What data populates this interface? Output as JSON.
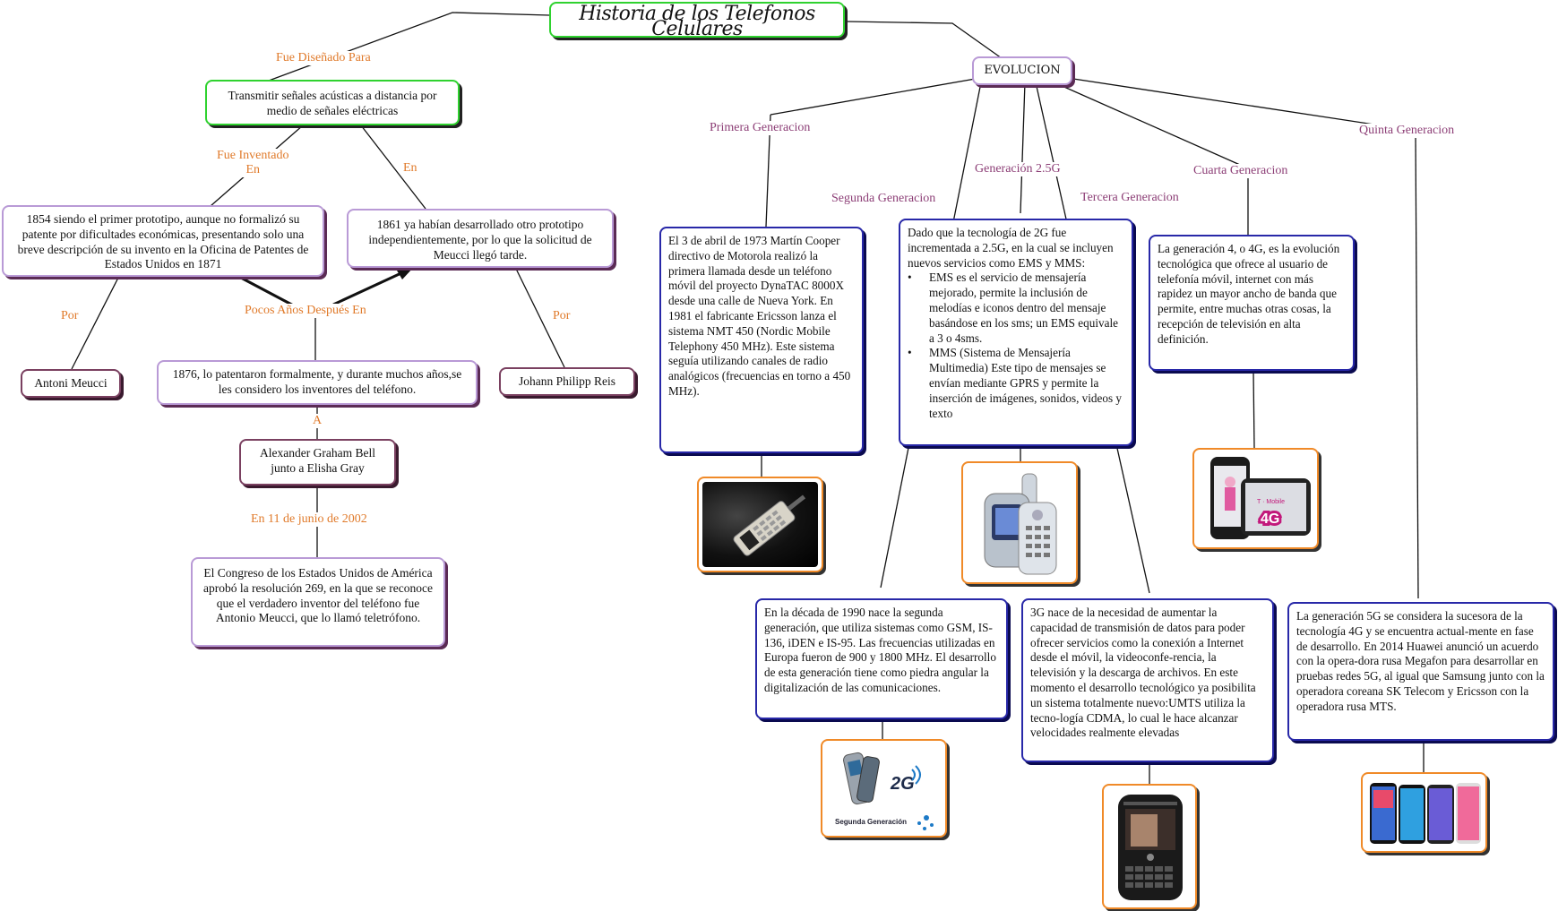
{
  "title": "Historia de los Telefonos Celulares",
  "labels": {
    "fue_disenado": "Fue Diseñado Para",
    "fue_inventado_1": "Fue Inventado",
    "fue_inventado_2": "En",
    "en": "En",
    "por_left": "Por",
    "por_right": "Por",
    "pocos_anos": "Pocos Años Después En",
    "a": "A",
    "junio": "En 11 de junio de 2002",
    "primera": "Primera Generacion",
    "segunda": "Segunda Generacion",
    "g25": "Generación 2.5G",
    "tercera": "Tercera Generacion",
    "cuarta": "Cuarta Generacion",
    "quinta": "Quinta Generacion"
  },
  "nodes": {
    "transmitir": "Transmitir señales acústicas a distancia por medio de señales eléctricas",
    "n1854": "1854 siendo el primer prototipo, aunque no formalizó su patente por dificultades económicas, presentando solo una breve descripción de su invento en la Oficina de Patentes de Estados Unidos en 1871",
    "n1861": "1861 ya habían desarrollado otro prototipo independientemente, por lo que la solicitud de Meucci llegó tarde.",
    "meucci": "Antoni Meucci",
    "reis": "Johann Philipp Reis",
    "n1876": "1876, lo patentaron formalmente, y durante muchos años,se les considero los inventores del teléfono.",
    "bell": "Alexander Graham Bell junto a Elisha Gray",
    "congreso": "El Congreso de los Estados Unidos de América aprobó la resolución 269, en la que se reconoce que el verdadero inventor del teléfono fue Antonio Meucci, que lo llamó teletrófono.",
    "evolucion": "EVOLUCION",
    "gen1": "El 3 de abril de 1973  Martín Cooper directivo de Motorola realizó la primera llamada desde un teléfono móvil del proyecto DynaTAC 8000X desde una calle de Nueva York. En 1981 el fabricante Ericsson lanza el sistema NMT 450 (Nordic Mobile Telephony 450 MHz). Este sistema seguía utilizando canales de radio analógicos (frecuencias en torno a 450 MHz).",
    "gen25_intro": "Dado que la tecnología de 2G fue incrementada a 2.5G, en la cual se incluyen nuevos servicios como EMS y MMS:",
    "gen25_b1": "EMS es el servicio de mensajería mejorado, permite la inclusión de melodías e iconos dentro del mensaje basándose en los sms; un EMS equivale a 3 o 4sms.",
    "gen25_b2": "MMS (Sistema de Mensajería Multimedia) Este tipo de mensajes se envían mediante GPRS y permite la inserción de imágenes, sonidos, videos y texto",
    "gen4": "La generación 4, o 4G, es la evolución tecnológica que ofrece al usuario de telefonía móvil, internet con más rapidez un mayor ancho de banda que permite, entre muchas otras cosas, la recepción de televisión en alta definición.",
    "gen2": "En la década de 1990 nace la segunda generación, que utiliza sistemas como GSM, IS-136, iDEN e IS-95. Las frecuencias utilizadas en Europa fueron de 900 y 1800 MHz. El desarrollo de esta generación tiene como piedra angular la digitalización de las comunicaciones.",
    "gen3": "3G nace de la necesidad de aumentar la capacidad de transmisión de datos para poder ofrecer servicios como la conexión a Internet desde el móvil, la videoconfe-rencia, la televisión y la descarga de archivos. En este momento el desarrollo tecnológico ya posibilita un sistema totalmente nuevo:UMTS utiliza la tecno-logía CDMA, lo cual le hace alcanzar velocidades realmente elevadas",
    "gen5": "La generación 5G se considera la sucesora de la tecnología 4G y se encuentra actual-mente en fase de desarrollo. En 2014 Huawei anunció un acuerdo con la opera-dora rusa Megafon para desarrollar en pruebas redes 5G, al igual que Samsung junto con la operadora coreana SK Telecom y Ericsson con la operadora rusa MTS."
  },
  "images": {
    "img2g_text": "2G",
    "img2g_caption": "Segunda Generación",
    "img4g_text": "4G",
    "img4g_brand": "T · Mobile"
  },
  "colors": {
    "green_border": "#2fd22f",
    "lavender_border": "#b99ad6",
    "maroon_border": "#7a4060",
    "blue_border": "#2828a8",
    "orange_border": "#f08a28",
    "label_orange": "#e07a2a",
    "label_purple": "#8c3e76"
  }
}
